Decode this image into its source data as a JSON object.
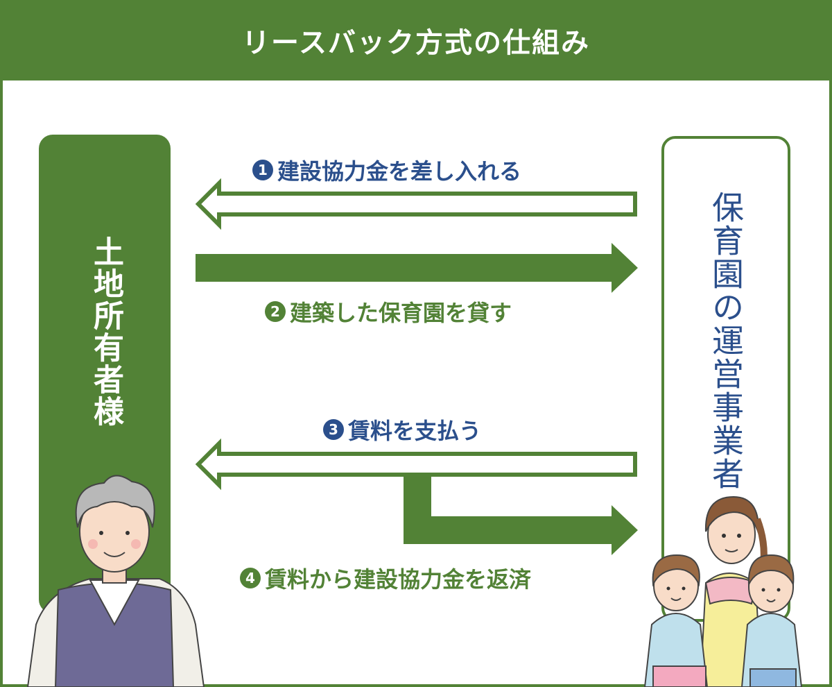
{
  "header": {
    "title": "リースバック方式の仕組み"
  },
  "owner": {
    "label": "土地所有者様"
  },
  "operator": {
    "label": "保育園の運営事業者"
  },
  "steps": [
    {
      "num": "1",
      "label": "建設協力金を差し入れる",
      "direction": "right-to-left",
      "style": "outline",
      "color": "#2b4f8c"
    },
    {
      "num": "2",
      "label": "建築した保育園を貸す",
      "direction": "left-to-right",
      "style": "filled",
      "color": "#528236"
    },
    {
      "num": "3",
      "label": "賃料を支払う",
      "direction": "right-to-left",
      "style": "outline",
      "color": "#2b4f8c"
    },
    {
      "num": "4",
      "label": "賃料から建設協力金を返済",
      "direction": "left-to-right",
      "style": "filled",
      "color": "#528236"
    }
  ],
  "colors": {
    "green": "#528236",
    "blue": "#2b4f8c",
    "white": "#ffffff"
  },
  "icons": [
    "elderly-man-icon",
    "nursery-teacher-with-children-icon"
  ]
}
